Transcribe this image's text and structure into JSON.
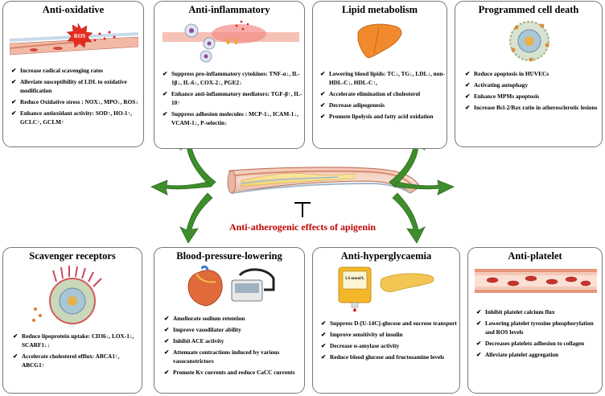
{
  "center": {
    "title": "Anti-atherogenic effects of apigenin"
  },
  "panels": {
    "anti_oxidative": {
      "title": "Anti-oxidative",
      "illustration_text": "ROS",
      "bullets": [
        "Increase radical scavenging rates",
        "Alleviate  susceptibility of LDL to oxidative modification",
        "Reduce Oxidative stress : NOX↓, MPO↓, ROS↓",
        "Enhance antioxidant activity: SOD↑, HO-1↑, GCLC↑, GCLM↑"
      ]
    },
    "anti_inflammatory": {
      "title": "Anti-inflammatory",
      "bullets": [
        "Suppress pro-inflammatory cytokines: TNF-α↓, IL-1β↓, IL-6↓, COX-2↓, PGE2↓",
        "Enhance anti-inflammatory mediators: TGF-β↑, IL-10↑",
        "Suppress adhesion molecules : MCP-1↓, ICAM-1↓, VCAM-1↓, P-selectin↓"
      ]
    },
    "lipid_metabolism": {
      "title": "Lipid metabolism",
      "bullets": [
        "Lowering blood lipids: TC↓, TG↓, LDL↓, non-HDL-C↓, HDL-C↑,",
        "Accelerate elimination of cholesterol",
        "Decrease adipogenesis",
        "Promote lipolysis and fatty acid oxidation"
      ]
    },
    "programmed_cell_death": {
      "title": "Programmed cell death",
      "bullets": [
        "Reduce apoptosis in HUVECs",
        "Activating autophagy",
        "Enhance MPMs apoptosis",
        " Increase Bcl-2/Bax ratio in atherosclerotic lesions"
      ]
    },
    "scavenger_receptors": {
      "title": "Scavenger receptors",
      "bullets": [
        "Reduce lipoprotein uptake: CD36↓, LOX-1↓, SCARF1↓↓",
        "Accelerate cholesterol efflux: ABCA1↑, ABCG1↑"
      ]
    },
    "blood_pressure_lowering": {
      "title": "Blood-pressure-lowering",
      "bullets": [
        "Ameliorate sodium retention",
        "Improve vasodilator ability",
        "Inhibit ACE activity",
        "Attenuate contractions induced by various vasoconstrictors",
        "Promote Kv currents and reduce CaCC currents"
      ]
    },
    "anti_hyperglycaemia": {
      "title": "Anti-hyperglycaemia",
      "illustration_text": "5.6 mmol/L",
      "bullets": [
        "Suppress D-[U-14C]-glucose and sucrose transport",
        "Improve sensitivity of insulin",
        "Decrease α-amylase activity",
        "Reduce blood glucose and fructosamine levels"
      ]
    },
    "anti_platelet": {
      "title": "Anti-platelet",
      "bullets": [
        "Inhibit platelet calcium flux",
        "Lowering platelet tyrosine phosphorylation and ROS levels",
        "Decreases platelets adhesion to collagen",
        "Alleviate platelet aggregation"
      ]
    }
  },
  "colors": {
    "arrow_green": "#3e8e2c",
    "title_red": "#c00000",
    "panel_border": "#777777"
  }
}
